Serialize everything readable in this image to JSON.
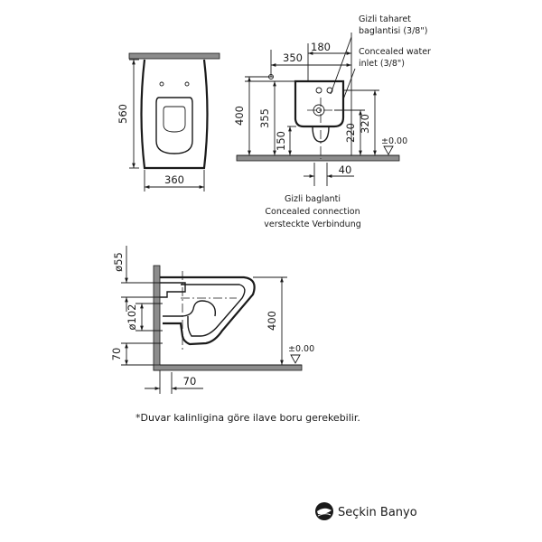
{
  "front_view": {
    "height_dim": "560",
    "width_dim": "360"
  },
  "side_view": {
    "top_dims": {
      "d350": "350",
      "d180": "180"
    },
    "left_dims": {
      "d400": "400",
      "d355": "355",
      "d150": "150"
    },
    "right_dims": {
      "d220": "220",
      "d320": "320"
    },
    "floor_level": "±0.00",
    "bottom_dim": "40",
    "label_flush_tr": "Gizli taharet",
    "label_flush_tr2": "baglantisi (3/8\")",
    "label_water_en": "Concealed water",
    "label_water_en2": "inlet (3/8\")",
    "connection_tr": "Gizli baglanti",
    "connection_en": "Concealed connection",
    "connection_de": "versteckte Verbindung"
  },
  "section_view": {
    "d55": "ø55",
    "d102": "ø102",
    "d70_vertical": "70",
    "d400": "400",
    "floor_level": "±0.00",
    "d70_horizontal": "70"
  },
  "footnote": "*Duvar kalinligina göre ilave boru gerekebilir.",
  "brand": {
    "name": "Seçkin Banyo",
    "logo_icon": "swirl-logo-icon"
  }
}
